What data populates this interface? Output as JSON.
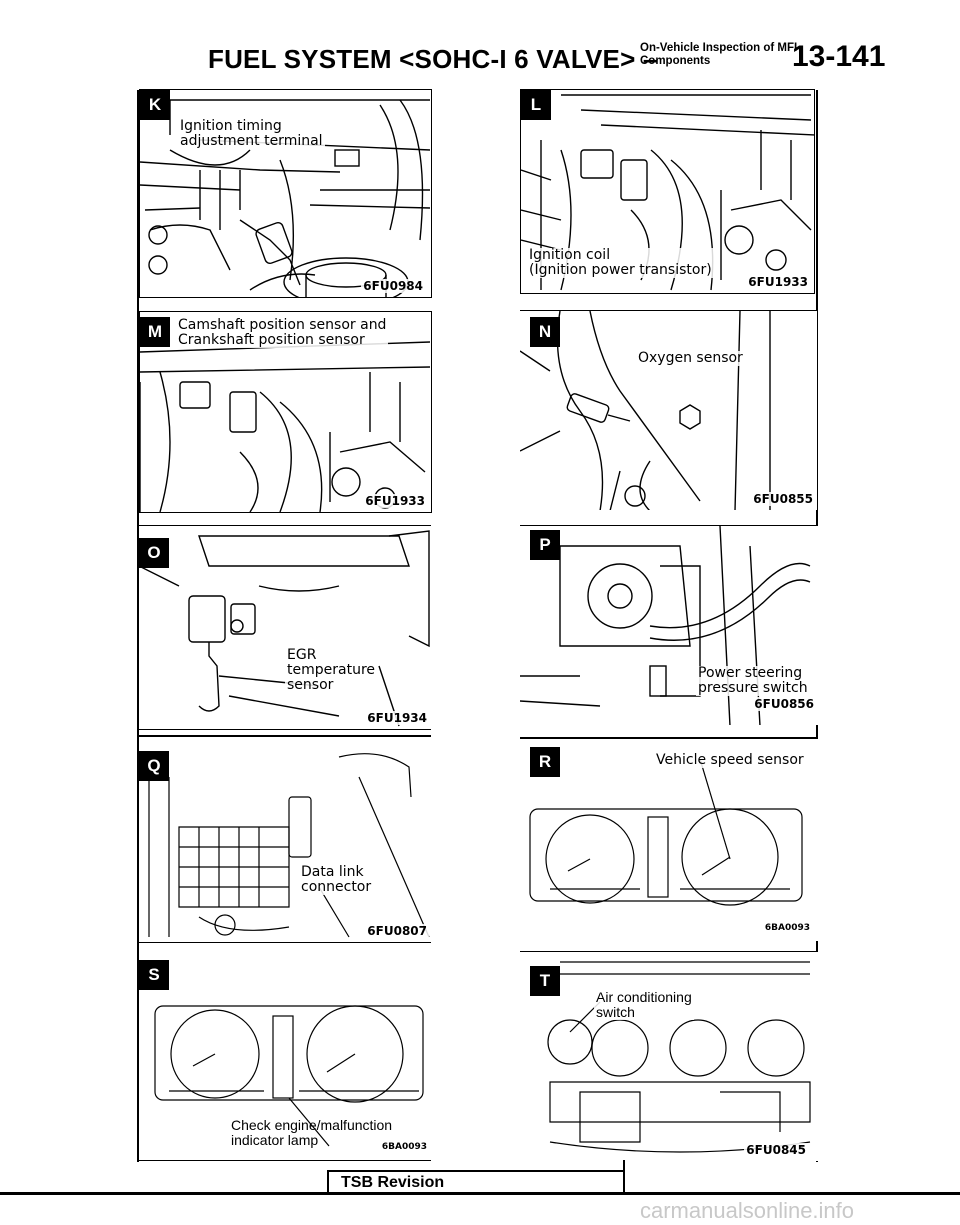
{
  "header": {
    "title": "FUEL SYSTEM <SOHC-I 6 VALVE> –",
    "subtitle_line1": "On-Vehicle Inspection of MFI",
    "subtitle_line2": "Components",
    "page_number": "13-141"
  },
  "panels": {
    "K": {
      "letter": "K",
      "label": "Ignition timing\nadjustment terminal",
      "code": "6FU0984"
    },
    "L": {
      "letter": "L",
      "label": "Ignition coil\n(Ignition power transistor)",
      "code": "6FU1933"
    },
    "M": {
      "letter": "M",
      "label": "Camshaft position sensor and\nCrankshaft position sensor",
      "code": "6FU1933"
    },
    "N": {
      "letter": "N",
      "label": "Oxygen sensor",
      "code": "6FU0855"
    },
    "O": {
      "letter": "O",
      "label": "EGR\ntemperature\nsensor",
      "code": "6FU1934"
    },
    "P": {
      "letter": "P",
      "label": "Power steering\npressure switch",
      "code": "6FU0856"
    },
    "Q": {
      "letter": "Q",
      "label": "Data link\nconnector",
      "code": "6FU0807"
    },
    "R": {
      "letter": "R",
      "label": "Vehicle speed sensor",
      "code": "6BA0093"
    },
    "S": {
      "letter": "S",
      "label": "Check engine/malfunction\nindicator lamp",
      "code": "6BA0093"
    },
    "T": {
      "letter": "T",
      "label": "Air conditioning\nswitch",
      "code": "6FU0845"
    }
  },
  "footer": {
    "tsb": "TSB Revision",
    "watermark": "carmanualsonline.info"
  }
}
